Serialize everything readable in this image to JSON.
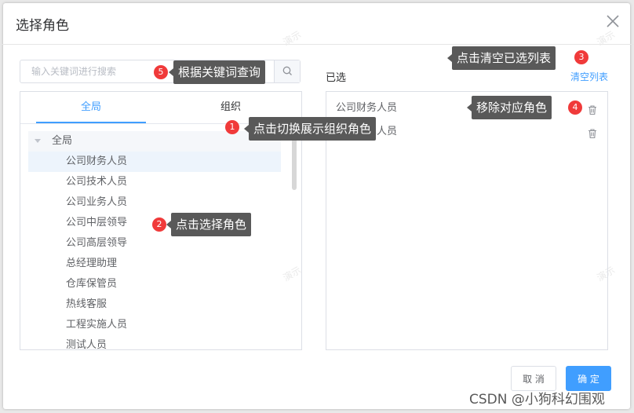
{
  "dialog": {
    "title": "选择角色",
    "search_placeholder": "输入关键词进行搜索",
    "tabs": [
      {
        "label": "全局"
      },
      {
        "label": "组织"
      }
    ],
    "tree_root": "全局",
    "tree_items": [
      "公司财务人员",
      "公司技术人员",
      "公司业务人员",
      "公司中层领导",
      "公司高层领导",
      "总经理助理",
      "仓库保管员",
      "热线客服",
      "工程实施人员",
      "测试人员"
    ],
    "selected_label": "已选",
    "clear_list": "清空列表",
    "selected_items": [
      "公司财务人员",
      "公司技术人员"
    ],
    "cancel_label": "取 消",
    "ok_label": "确 定"
  },
  "annotations": [
    {
      "num": "1",
      "text": "点击切换展示组织角色"
    },
    {
      "num": "2",
      "text": "点击选择角色"
    },
    {
      "num": "3",
      "text": "点击清空已选列表"
    },
    {
      "num": "4",
      "text": "移除对应角色"
    },
    {
      "num": "5",
      "text": "根据关键词查询"
    }
  ],
  "watermark": "演示",
  "credit": "CSDN @小狗科幻围观",
  "colors": {
    "accent": "#409eff",
    "tip_bg": "#595959",
    "badge": "#f03a3a"
  }
}
